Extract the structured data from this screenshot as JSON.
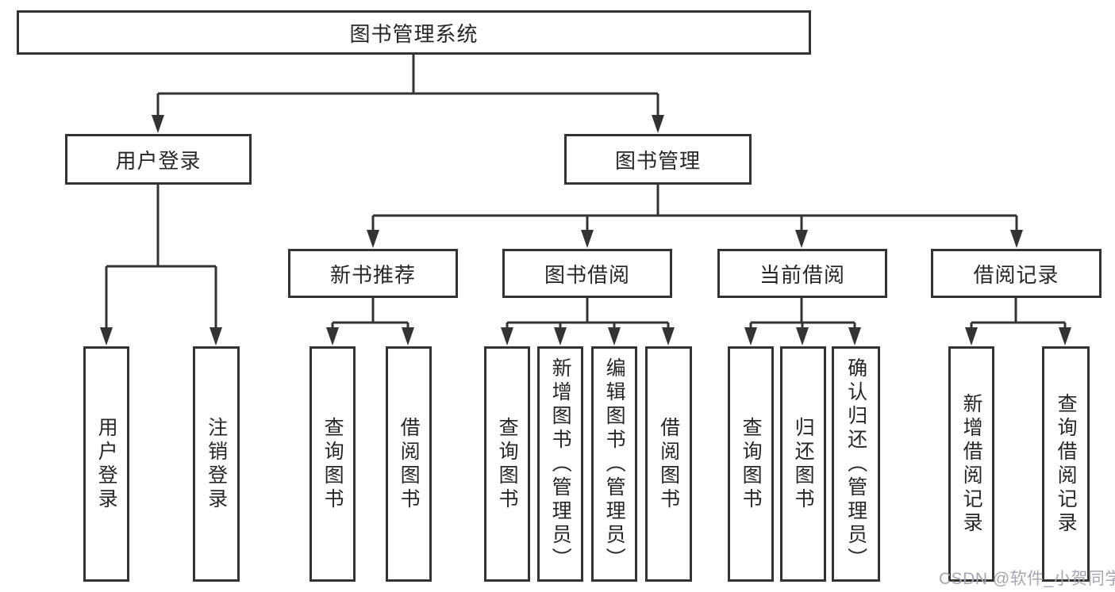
{
  "tree": {
    "label": "图书管理系统",
    "children": [
      {
        "label": "用户登录",
        "children": [
          {
            "label": "用户登录"
          },
          {
            "label": "注销登录"
          }
        ]
      },
      {
        "label": "图书管理",
        "children": [
          {
            "label": "新书推荐",
            "children": [
              {
                "label": "查询图书"
              },
              {
                "label": "借阅图书"
              }
            ]
          },
          {
            "label": "图书借阅",
            "children": [
              {
                "label": "查询图书"
              },
              {
                "label": "新增图书（管理员）"
              },
              {
                "label": "编辑图书（管理员）"
              },
              {
                "label": "借阅图书"
              }
            ]
          },
          {
            "label": "当前借阅",
            "children": [
              {
                "label": "查询图书"
              },
              {
                "label": "归还图书"
              },
              {
                "label": "确认归还（管理员）"
              }
            ]
          },
          {
            "label": "借阅记录",
            "children": [
              {
                "label": "新增借阅记录"
              },
              {
                "label": "查询借阅记录"
              }
            ]
          }
        ]
      }
    ]
  },
  "watermark": {
    "text": "CSDN @软件_小贺同学"
  },
  "colors": {
    "line": "#333333",
    "box_border": "#333333",
    "text": "#262626",
    "watermark": "#a6a6b0",
    "background": "#ffffff"
  }
}
